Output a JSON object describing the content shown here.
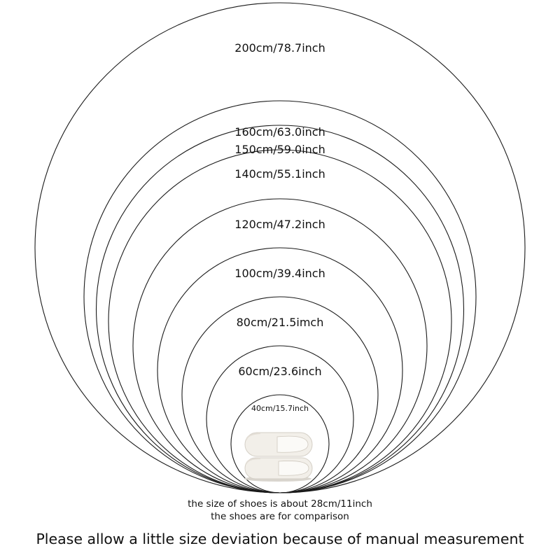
{
  "diagram": {
    "rings": [
      {
        "label": "200cm/78.7inch",
        "diameter_cm": 200
      },
      {
        "label": "160cm/63.0inch",
        "diameter_cm": 160
      },
      {
        "label": "150cm/59.0inch",
        "diameter_cm": 150
      },
      {
        "label": "140cm/55.1inch",
        "diameter_cm": 140
      },
      {
        "label": "120cm/47.2inch",
        "diameter_cm": 120
      },
      {
        "label": "100cm/39.4inch",
        "diameter_cm": 100
      },
      {
        "label": "80cm/21.5imch",
        "diameter_cm": 80
      },
      {
        "label": "60cm/23.6inch",
        "diameter_cm": 60
      },
      {
        "label": "40cm/15.7inch",
        "diameter_cm": 40
      }
    ],
    "shoe_note_line1": "the size of shoes is about 28cm/11inch",
    "shoe_note_line2": "the shoes are for comparison",
    "footer_text": "Please allow a little size deviation because of manual measurement",
    "shoes_icon": "slippers-pair-icon",
    "line_color": "#1a1a1a",
    "background_color": "#ffffff"
  }
}
